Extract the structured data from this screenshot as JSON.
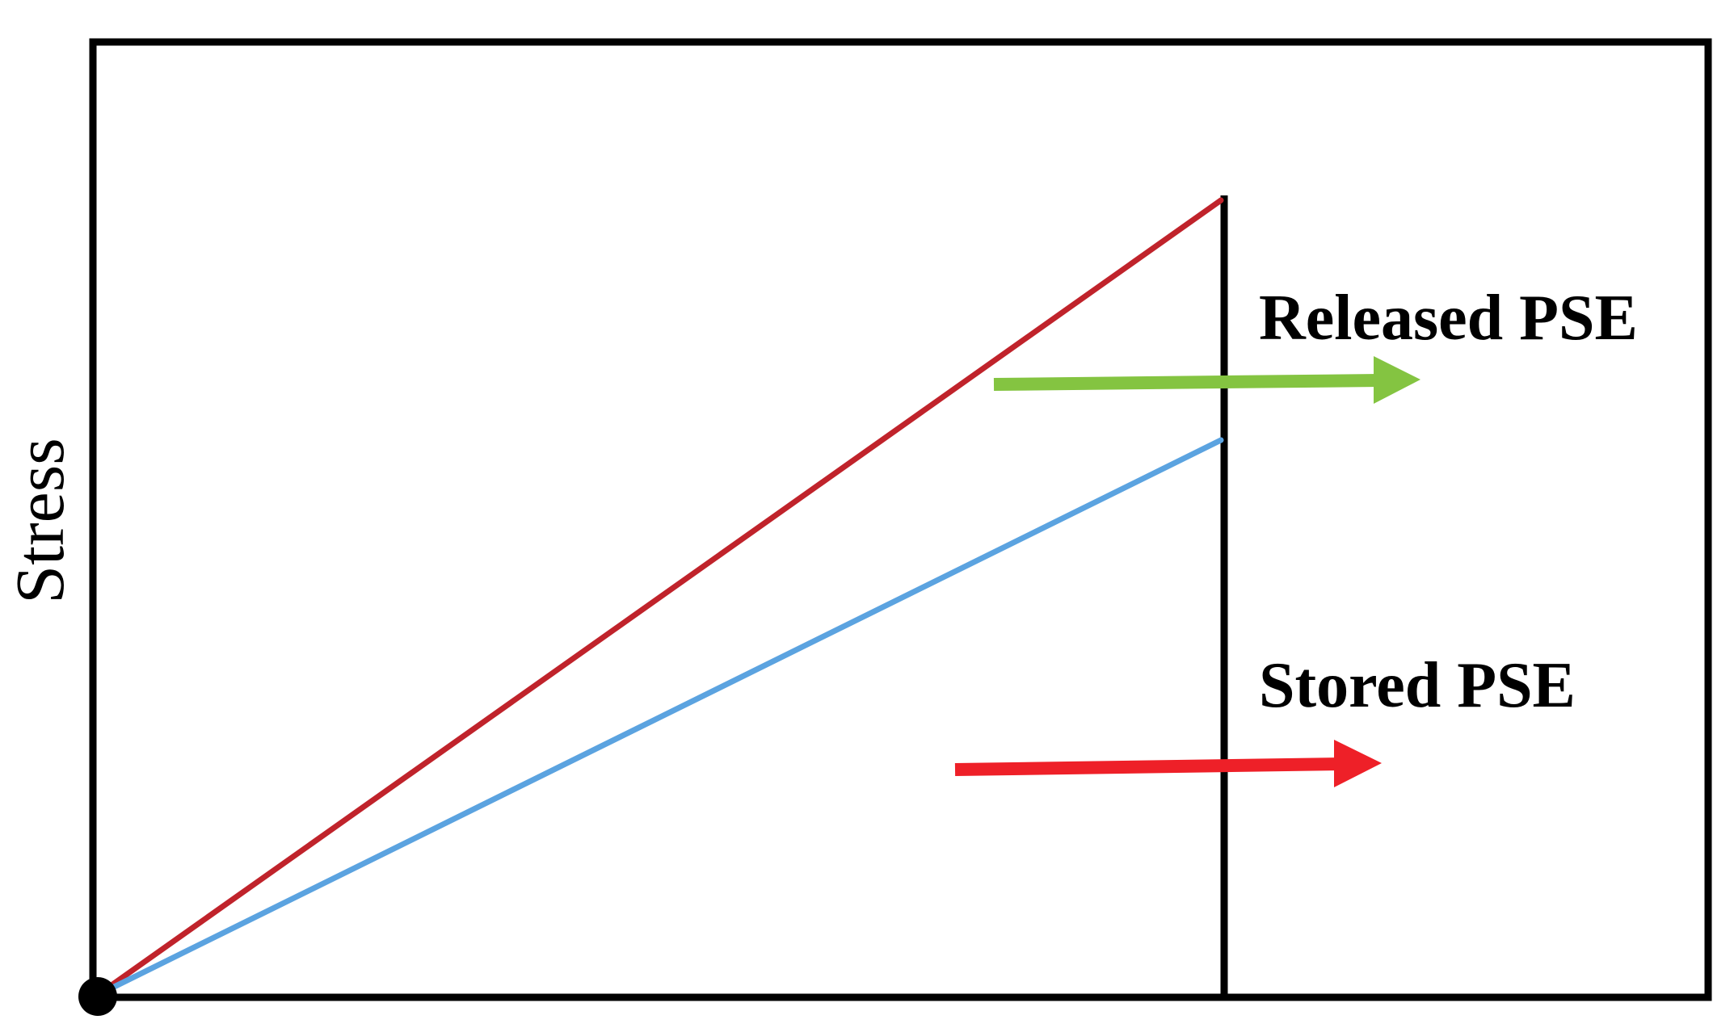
{
  "y_axis_title": "Stress",
  "annotations": {
    "released": "Released PSE",
    "stored": "Stored PSE"
  },
  "colors": {
    "frame": "#000000",
    "upper_line": "#c0232b",
    "lower_line": "#5ba3e0",
    "released_arrow": "#84c441",
    "stored_arrow": "#ee2028",
    "origin_dot": "#000000"
  }
}
